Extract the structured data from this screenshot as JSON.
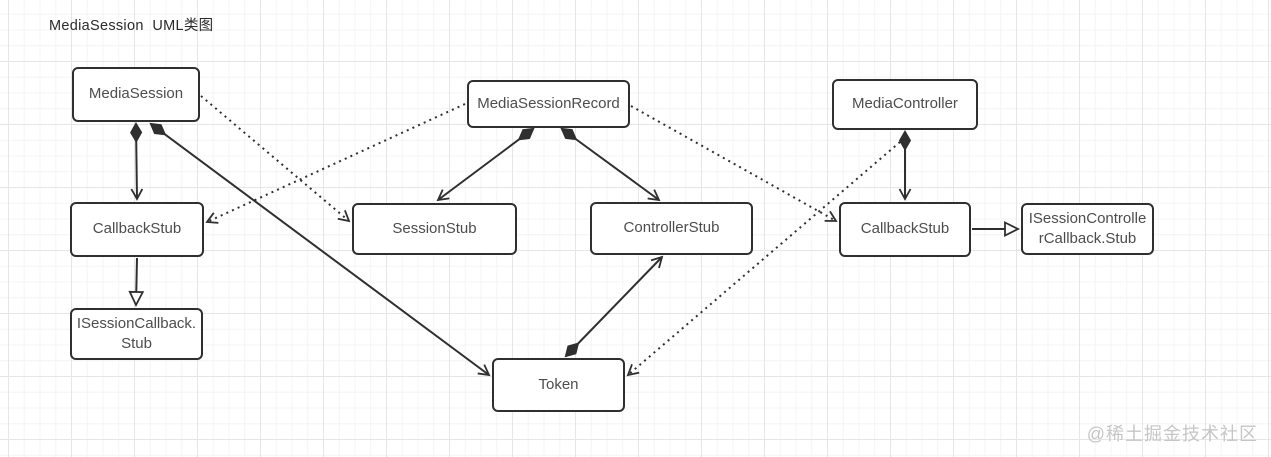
{
  "title": "MediaSession  UML类图",
  "watermark": "@稀土掘金技术社区",
  "diagram": {
    "type": "uml-class-diagram",
    "nodes": [
      {
        "id": "media-session",
        "label": "MediaSession"
      },
      {
        "id": "media-session-record",
        "label": "MediaSessionRecord"
      },
      {
        "id": "media-controller",
        "label": "MediaController"
      },
      {
        "id": "callback-stub-left",
        "label": "CallbackStub"
      },
      {
        "id": "session-stub",
        "label": "SessionStub"
      },
      {
        "id": "controller-stub",
        "label": "ControllerStub"
      },
      {
        "id": "callback-stub-right",
        "label": "CallbackStub"
      },
      {
        "id": "isession-controller-callback-stub",
        "label": "ISessionControlle\nrCallback.Stub"
      },
      {
        "id": "isession-callback-stub",
        "label": "ISessionCallback.\nStub"
      },
      {
        "id": "token",
        "label": "Token"
      }
    ],
    "edges": [
      {
        "from": "media-session",
        "to": "callback-stub-left",
        "line": "solid",
        "source_marker": "filled-diamond",
        "target_marker": "open-arrow"
      },
      {
        "from": "media-session",
        "to": "token",
        "line": "solid",
        "source_marker": "filled-diamond",
        "target_marker": "open-arrow"
      },
      {
        "from": "media-session",
        "to": "session-stub",
        "line": "dotted",
        "source_marker": "none",
        "target_marker": "open-arrow"
      },
      {
        "from": "media-session-record",
        "to": "callback-stub-left",
        "line": "dotted",
        "source_marker": "none",
        "target_marker": "open-arrow"
      },
      {
        "from": "media-session-record",
        "to": "session-stub",
        "line": "solid",
        "source_marker": "filled-diamond",
        "target_marker": "open-arrow"
      },
      {
        "from": "media-session-record",
        "to": "controller-stub",
        "line": "solid",
        "source_marker": "filled-diamond",
        "target_marker": "open-arrow"
      },
      {
        "from": "media-session-record",
        "to": "callback-stub-right",
        "line": "dotted",
        "source_marker": "none",
        "target_marker": "open-arrow"
      },
      {
        "from": "media-controller",
        "to": "callback-stub-right",
        "line": "solid",
        "source_marker": "filled-diamond",
        "target_marker": "open-arrow"
      },
      {
        "from": "media-controller",
        "to": "token",
        "line": "dotted",
        "source_marker": "none",
        "target_marker": "open-arrow"
      },
      {
        "from": "token",
        "to": "controller-stub",
        "line": "solid",
        "source_marker": "filled-diamond",
        "target_marker": "open-arrow"
      },
      {
        "from": "callback-stub-left",
        "to": "isession-callback-stub",
        "line": "solid",
        "source_marker": "none",
        "target_marker": "hollow-triangle"
      },
      {
        "from": "callback-stub-right",
        "to": "isession-controller-callback-stub",
        "line": "solid",
        "source_marker": "none",
        "target_marker": "hollow-triangle"
      }
    ],
    "colors": {
      "line": "#2f2f2f",
      "box_border": "#2f2f2f",
      "box_fill": "#ffffff",
      "text": "#4d4d4d",
      "watermark": "#c6c6c6",
      "grid_minor": "#f4f4f4",
      "grid_major": "#e6e6e6"
    }
  }
}
